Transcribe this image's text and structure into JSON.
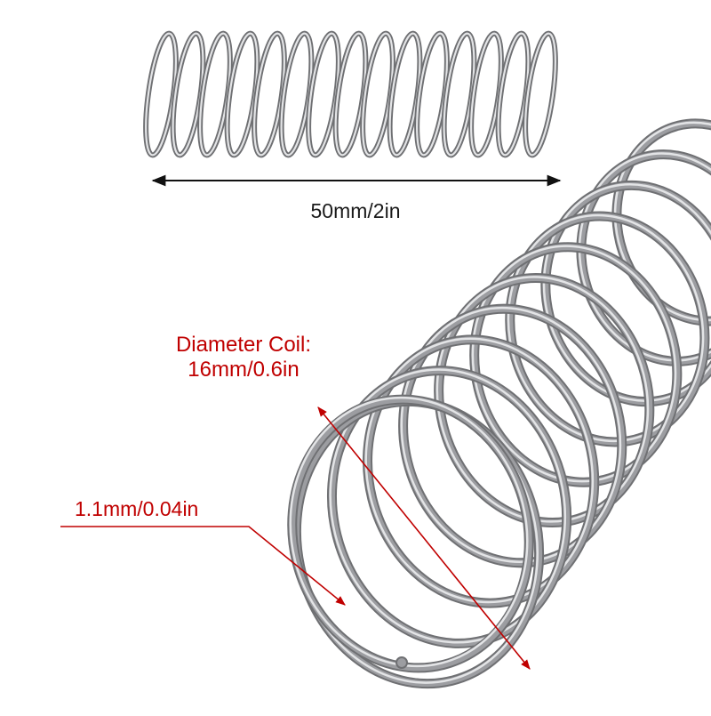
{
  "measurements": {
    "length": "50mm/2in",
    "coil_diameter_title": "Diameter Coil:",
    "coil_diameter_value": "16mm/0.6in",
    "wire_diameter": "1.1mm/0.04in"
  },
  "colors": {
    "annotation_red": "#c00000",
    "dimension_black": "#111111",
    "steel_dark": "#6f7073",
    "steel_mid": "#9c9da1",
    "steel_light": "#e3e4e6"
  }
}
